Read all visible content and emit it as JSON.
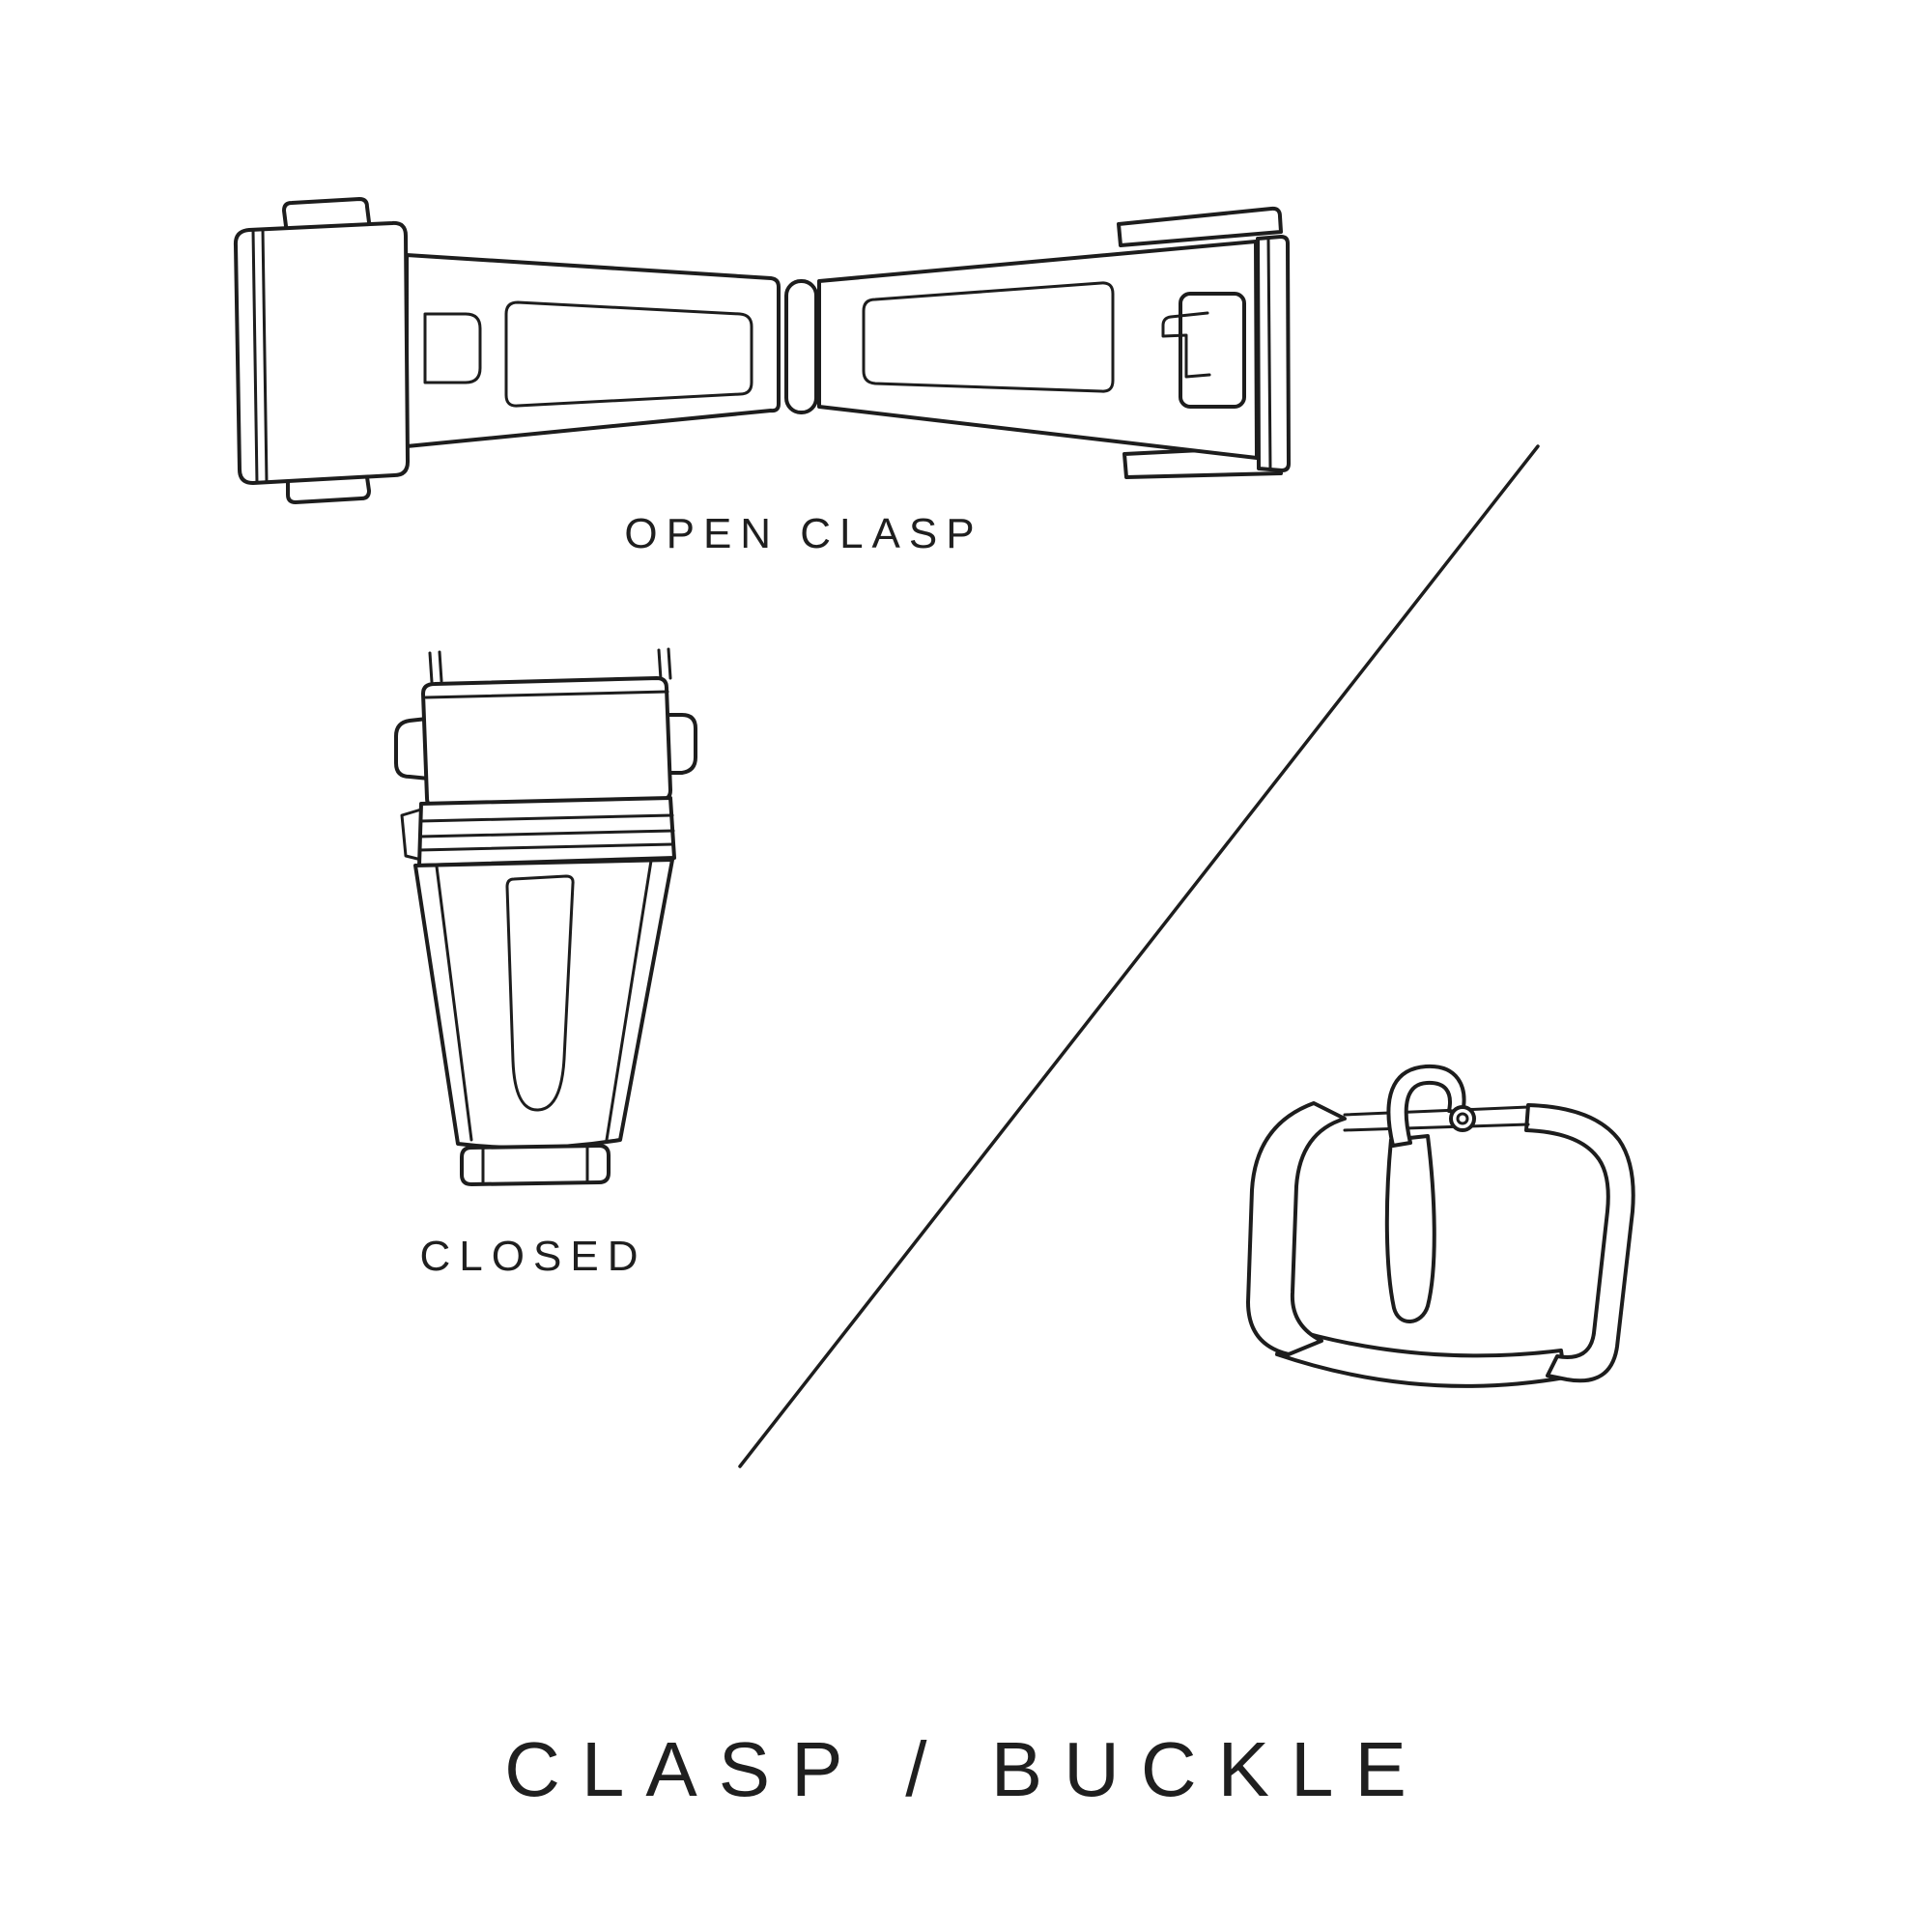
{
  "labels": {
    "open_clasp": "OPEN CLASP",
    "closed_clasp": "CLOSED",
    "title": "CLASP / BUCKLE"
  },
  "colors": {
    "background": "#ffffff",
    "line": "#1d1d1d",
    "text": "#1f1f1f"
  }
}
